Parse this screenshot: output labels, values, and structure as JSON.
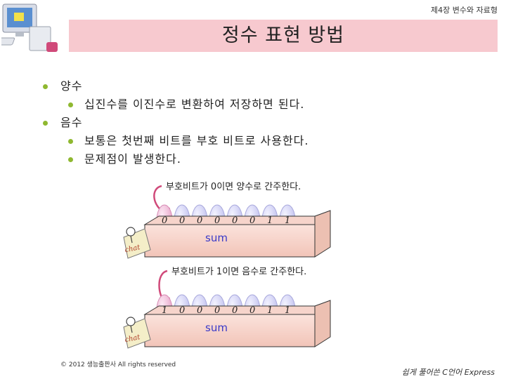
{
  "header": {
    "chapter": "제4장 변수와 자료형"
  },
  "slide": {
    "title": "정수 표현 방법"
  },
  "bullets": [
    {
      "level": 1,
      "text": "양수"
    },
    {
      "level": 2,
      "text": "십진수를 이진수로 변환하여 저장하면 된다."
    },
    {
      "level": 1,
      "text": "음수"
    },
    {
      "level": 2,
      "text": "보통은 첫번째 비트를 부호 비트로 사용한다."
    },
    {
      "level": 2,
      "text": "문제점이 발생한다."
    }
  ],
  "diagram_positive": {
    "caption": "부호비트가 0이면 양수로 간주한다.",
    "bits": [
      "0",
      "0",
      "0",
      "0",
      "0",
      "0",
      "1",
      "1"
    ],
    "variable": "sum",
    "sticker": "chat"
  },
  "diagram_negative": {
    "caption": "부호비트가 1이면 음수로 간주한다.",
    "bits": [
      "1",
      "0",
      "0",
      "0",
      "0",
      "0",
      "1",
      "1"
    ],
    "variable": "sum",
    "sticker": "chat"
  },
  "footer": {
    "copyright": "© 2012 생능출판사  All rights reserved",
    "book": "쉽게 풀어쓴 C언어 Express"
  },
  "colors": {
    "title_band": "#f7c9cf",
    "bullet": "#8fb830",
    "sign_bit": "#e8a0c8",
    "bit": "#c8c8f0"
  }
}
